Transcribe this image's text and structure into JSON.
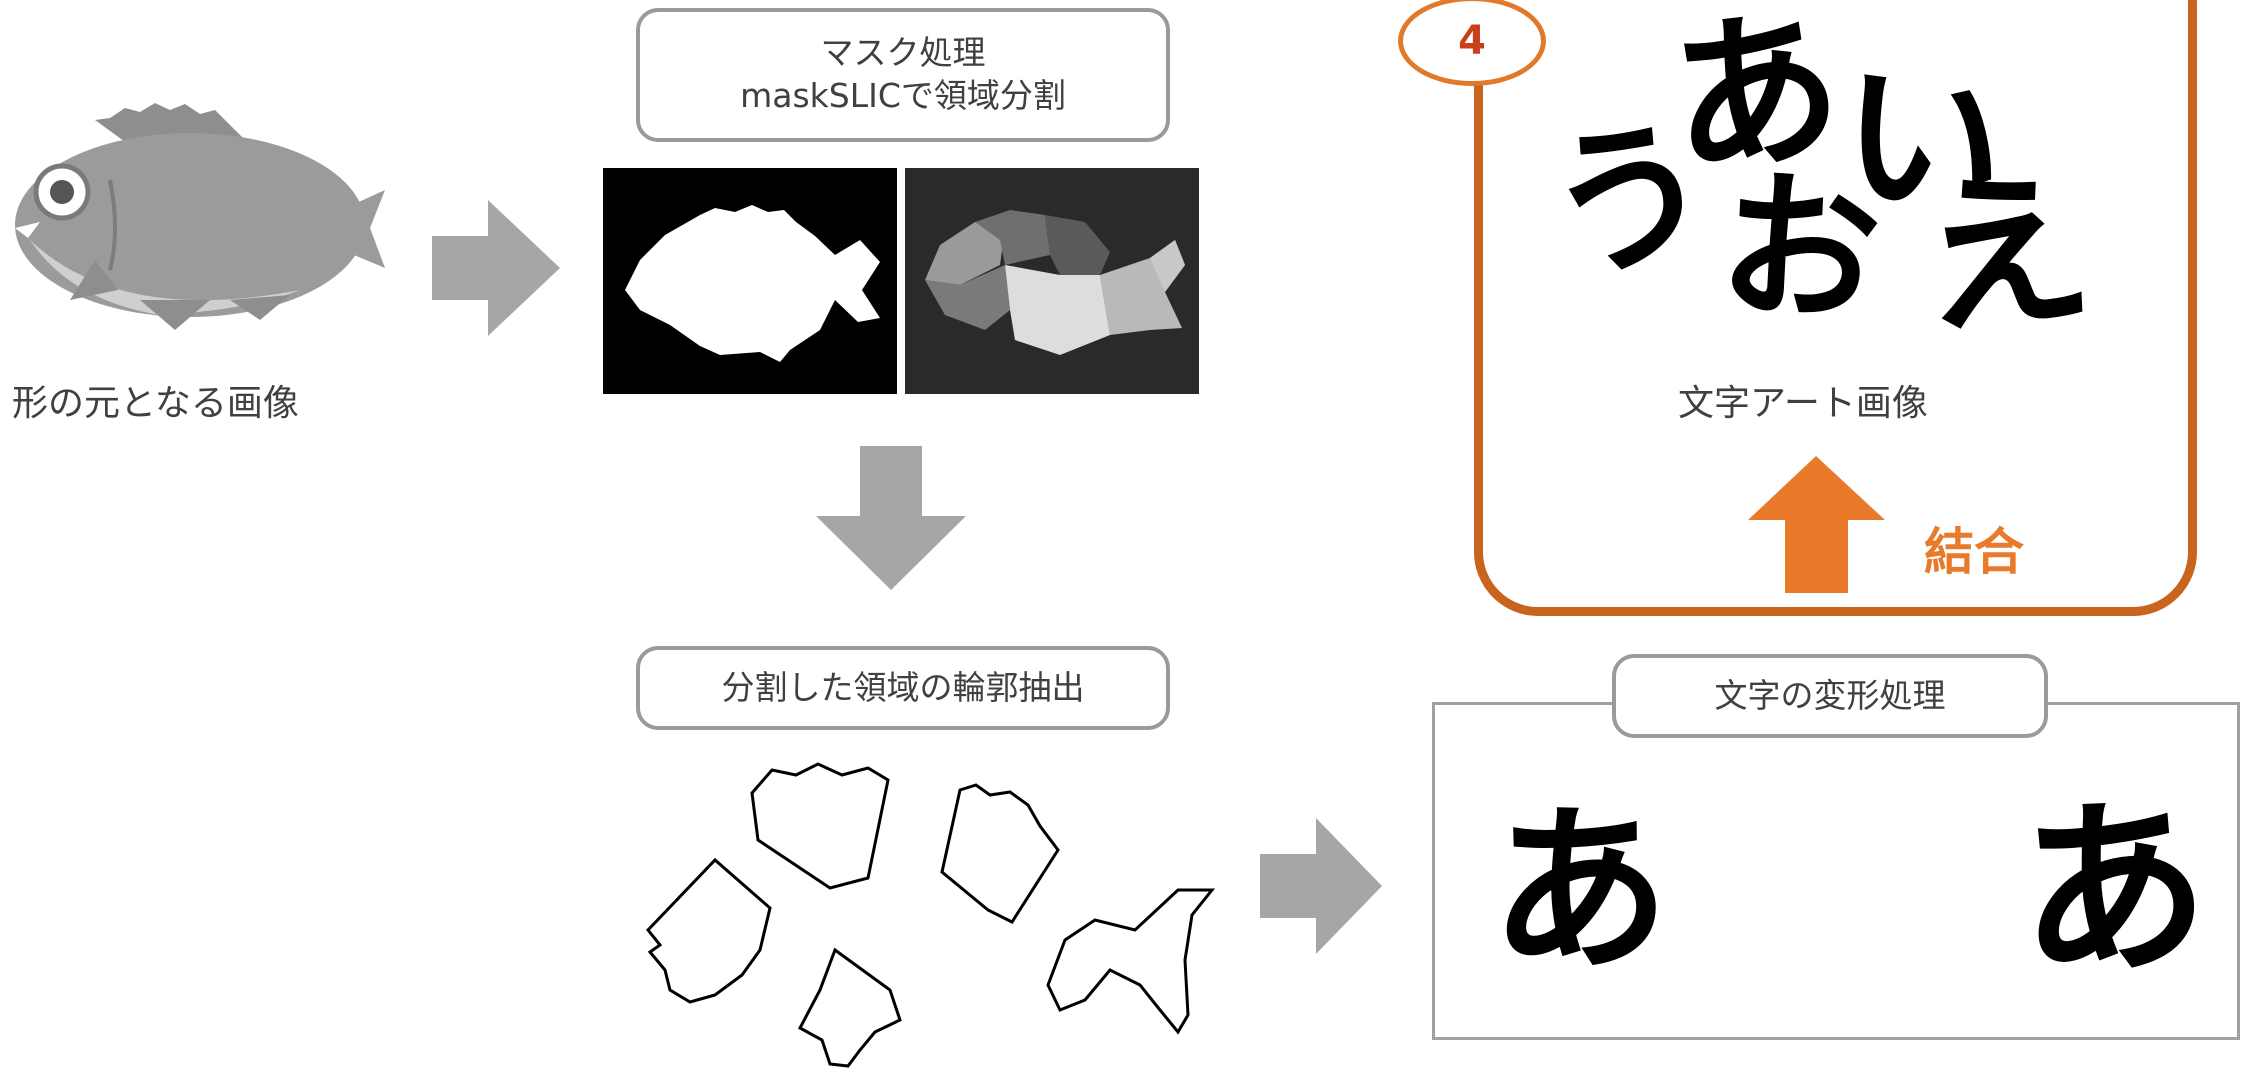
{
  "source": {
    "caption": "形の元となる画像"
  },
  "masking": {
    "title_line1": "マスク処理",
    "title_line2": "maskSLICで領域分割"
  },
  "contour": {
    "title": "分割した領域の輪郭抽出"
  },
  "transform": {
    "title": "文字の変形処理",
    "glyph_before": "あ",
    "glyph_after": "あ"
  },
  "result": {
    "step_number": "4",
    "caption": "文字アート画像",
    "combine_label": "結合",
    "art_glyphs": [
      "あ",
      "い",
      "う",
      "お",
      "え"
    ]
  },
  "colors": {
    "arrow_gray": "#a6a6a6",
    "frame_orange": "#c8641e",
    "combine_orange": "#e87a2a",
    "badge_red": "#c8401a"
  }
}
